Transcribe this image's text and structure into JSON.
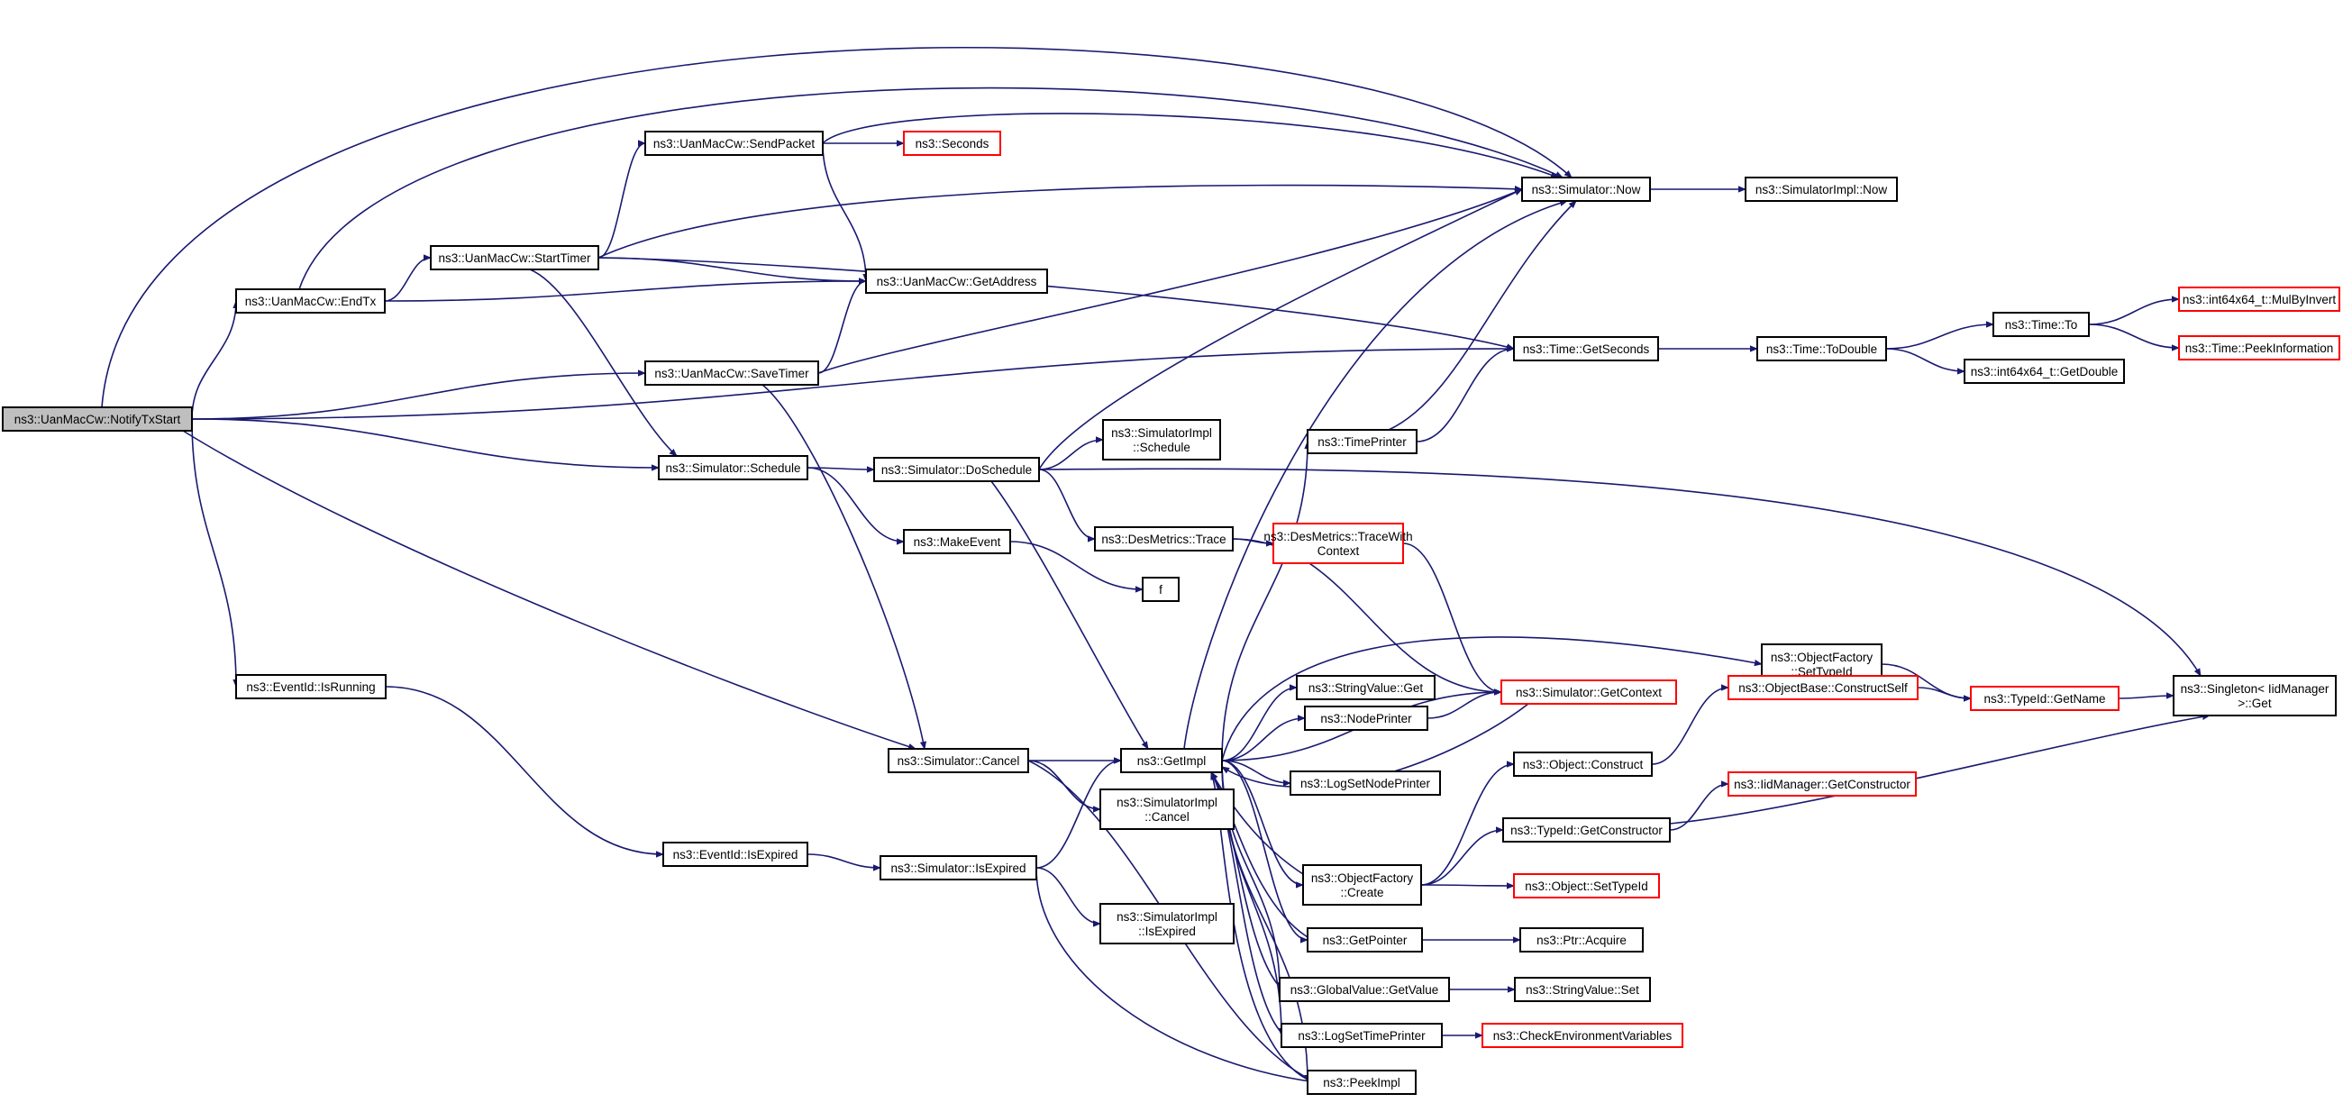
{
  "colors": {
    "edge": "#191970",
    "node_border": "#000000",
    "truncated_border": "#ff0000",
    "root_fill": "#bfbfbf",
    "node_fill": "#ffffff"
  },
  "nodes": [
    {
      "id": "notifytxstart",
      "lines": [
        "ns3::UanMacCw::NotifyTxStart"
      ],
      "style": "root"
    },
    {
      "id": "endtx",
      "lines": [
        "ns3::UanMacCw::EndTx"
      ],
      "style": "normal"
    },
    {
      "id": "starttimer",
      "lines": [
        "ns3::UanMacCw::StartTimer"
      ],
      "style": "normal"
    },
    {
      "id": "sendpacket",
      "lines": [
        "ns3::UanMacCw::SendPacket"
      ],
      "style": "normal"
    },
    {
      "id": "seconds",
      "lines": [
        "ns3::Seconds"
      ],
      "style": "truncated"
    },
    {
      "id": "getaddress",
      "lines": [
        "ns3::UanMacCw::GetAddress"
      ],
      "style": "normal"
    },
    {
      "id": "savetimer",
      "lines": [
        "ns3::UanMacCw::SaveTimer"
      ],
      "style": "normal"
    },
    {
      "id": "simnow",
      "lines": [
        "ns3::Simulator::Now"
      ],
      "style": "normal"
    },
    {
      "id": "simimplnow",
      "lines": [
        "ns3::SimulatorImpl::Now"
      ],
      "style": "normal"
    },
    {
      "id": "timegetseconds",
      "lines": [
        "ns3::Time::GetSeconds"
      ],
      "style": "normal"
    },
    {
      "id": "timetodouble",
      "lines": [
        "ns3::Time::ToDouble"
      ],
      "style": "normal"
    },
    {
      "id": "timeto",
      "lines": [
        "ns3::Time::To"
      ],
      "style": "normal"
    },
    {
      "id": "mulbyinvert",
      "lines": [
        "ns3::int64x64_t::MulByInvert"
      ],
      "style": "truncated"
    },
    {
      "id": "peekinformation",
      "lines": [
        "ns3::Time::PeekInformation"
      ],
      "style": "truncated"
    },
    {
      "id": "getdouble",
      "lines": [
        "ns3::int64x64_t::GetDouble"
      ],
      "style": "normal"
    },
    {
      "id": "timeprinter",
      "lines": [
        "ns3::TimePrinter"
      ],
      "style": "normal"
    },
    {
      "id": "simschedule",
      "lines": [
        "ns3::Simulator::Schedule"
      ],
      "style": "normal"
    },
    {
      "id": "doschedule",
      "lines": [
        "ns3::Simulator::DoSchedule"
      ],
      "style": "normal"
    },
    {
      "id": "simimplschedule",
      "lines": [
        "ns3::SimulatorImpl",
        "::Schedule"
      ],
      "style": "normal"
    },
    {
      "id": "makeevent",
      "lines": [
        "ns3::MakeEvent"
      ],
      "style": "normal"
    },
    {
      "id": "desmetricstrace",
      "lines": [
        "ns3::DesMetrics::Trace"
      ],
      "style": "normal"
    },
    {
      "id": "tracewithcontext",
      "lines": [
        "ns3::DesMetrics::TraceWith",
        "Context"
      ],
      "style": "truncated"
    },
    {
      "id": "f",
      "lines": [
        "f"
      ],
      "style": "normal"
    },
    {
      "id": "isrunning",
      "lines": [
        "ns3::EventId::IsRunning"
      ],
      "style": "normal"
    },
    {
      "id": "isexpired",
      "lines": [
        "ns3::EventId::IsExpired"
      ],
      "style": "normal"
    },
    {
      "id": "simisexpired",
      "lines": [
        "ns3::Simulator::IsExpired"
      ],
      "style": "normal"
    },
    {
      "id": "simcancel",
      "lines": [
        "ns3::Simulator::Cancel"
      ],
      "style": "normal"
    },
    {
      "id": "getimpl",
      "lines": [
        "ns3::GetImpl"
      ],
      "style": "normal"
    },
    {
      "id": "simimplcancel",
      "lines": [
        "ns3::SimulatorImpl",
        "::Cancel"
      ],
      "style": "normal"
    },
    {
      "id": "simimplisexpired",
      "lines": [
        "ns3::SimulatorImpl",
        "::IsExpired"
      ],
      "style": "normal"
    },
    {
      "id": "stringvalueget",
      "lines": [
        "ns3::StringValue::Get"
      ],
      "style": "normal"
    },
    {
      "id": "nodeprinter",
      "lines": [
        "ns3::NodePrinter"
      ],
      "style": "normal"
    },
    {
      "id": "logsetnodeprinter",
      "lines": [
        "ns3::LogSetNodePrinter"
      ],
      "style": "normal"
    },
    {
      "id": "getcontext",
      "lines": [
        "ns3::Simulator::GetContext"
      ],
      "style": "truncated"
    },
    {
      "id": "ofsettypeid",
      "lines": [
        "ns3::ObjectFactory",
        "::SetTypeId"
      ],
      "style": "normal"
    },
    {
      "id": "typeidgetname",
      "lines": [
        "ns3::TypeId::GetName"
      ],
      "style": "truncated"
    },
    {
      "id": "singletonget",
      "lines": [
        "ns3::Singleton< IidManager",
        " >::Get"
      ],
      "style": "normal"
    },
    {
      "id": "constructself",
      "lines": [
        "ns3::ObjectBase::ConstructSelf"
      ],
      "style": "truncated"
    },
    {
      "id": "objectconstruct",
      "lines": [
        "ns3::Object::Construct"
      ],
      "style": "normal"
    },
    {
      "id": "iidgetconstructor",
      "lines": [
        "ns3::IidManager::GetConstructor"
      ],
      "style": "truncated"
    },
    {
      "id": "typeidgetconstructor",
      "lines": [
        "ns3::TypeId::GetConstructor"
      ],
      "style": "normal"
    },
    {
      "id": "ofcreate",
      "lines": [
        "ns3::ObjectFactory",
        "::Create"
      ],
      "style": "normal"
    },
    {
      "id": "objectsettypeid",
      "lines": [
        "ns3::Object::SetTypeId"
      ],
      "style": "truncated"
    },
    {
      "id": "getpointer",
      "lines": [
        "ns3::GetPointer"
      ],
      "style": "normal"
    },
    {
      "id": "ptracquire",
      "lines": [
        "ns3::Ptr::Acquire"
      ],
      "style": "normal"
    },
    {
      "id": "globalvaluegetvalue",
      "lines": [
        "ns3::GlobalValue::GetValue"
      ],
      "style": "normal"
    },
    {
      "id": "stringvalueset",
      "lines": [
        "ns3::StringValue::Set"
      ],
      "style": "normal"
    },
    {
      "id": "logsettimeprinter",
      "lines": [
        "ns3::LogSetTimePrinter"
      ],
      "style": "normal"
    },
    {
      "id": "checkenv",
      "lines": [
        "ns3::CheckEnvironmentVariables"
      ],
      "style": "truncated"
    },
    {
      "id": "peekimpl",
      "lines": [
        "ns3::PeekImpl"
      ],
      "style": "normal"
    }
  ],
  "edges": [
    [
      "notifytxstart",
      "endtx"
    ],
    [
      "notifytxstart",
      "simnow"
    ],
    [
      "notifytxstart",
      "savetimer"
    ],
    [
      "notifytxstart",
      "timegetseconds"
    ],
    [
      "notifytxstart",
      "simschedule"
    ],
    [
      "notifytxstart",
      "isrunning"
    ],
    [
      "notifytxstart",
      "simcancel"
    ],
    [
      "endtx",
      "starttimer"
    ],
    [
      "endtx",
      "simnow"
    ],
    [
      "endtx",
      "getaddress"
    ],
    [
      "starttimer",
      "sendpacket"
    ],
    [
      "starttimer",
      "simnow"
    ],
    [
      "starttimer",
      "getaddress"
    ],
    [
      "starttimer",
      "timegetseconds"
    ],
    [
      "starttimer",
      "simschedule"
    ],
    [
      "sendpacket",
      "seconds"
    ],
    [
      "sendpacket",
      "simnow"
    ],
    [
      "sendpacket",
      "getaddress"
    ],
    [
      "savetimer",
      "getaddress"
    ],
    [
      "savetimer",
      "simnow"
    ],
    [
      "savetimer",
      "simcancel"
    ],
    [
      "simnow",
      "simimplnow"
    ],
    [
      "timegetseconds",
      "timetodouble"
    ],
    [
      "timetodouble",
      "timeto"
    ],
    [
      "timetodouble",
      "getdouble"
    ],
    [
      "timeto",
      "mulbyinvert"
    ],
    [
      "timeto",
      "peekinformation"
    ],
    [
      "timeprinter",
      "simnow"
    ],
    [
      "timeprinter",
      "timegetseconds"
    ],
    [
      "simschedule",
      "doschedule"
    ],
    [
      "simschedule",
      "makeevent"
    ],
    [
      "doschedule",
      "simnow"
    ],
    [
      "doschedule",
      "simimplschedule"
    ],
    [
      "doschedule",
      "desmetricstrace"
    ],
    [
      "doschedule",
      "getimpl"
    ],
    [
      "doschedule",
      "singletonget"
    ],
    [
      "makeevent",
      "f"
    ],
    [
      "desmetricstrace",
      "tracewithcontext"
    ],
    [
      "desmetricstrace",
      "getcontext"
    ],
    [
      "tracewithcontext",
      "getcontext"
    ],
    [
      "isrunning",
      "isexpired"
    ],
    [
      "isexpired",
      "simisexpired"
    ],
    [
      "simisexpired",
      "getimpl"
    ],
    [
      "simisexpired",
      "simimplisexpired"
    ],
    [
      "simisexpired",
      "peekimpl"
    ],
    [
      "simcancel",
      "getimpl"
    ],
    [
      "simcancel",
      "simimplcancel"
    ],
    [
      "simcancel",
      "peekimpl"
    ],
    [
      "getimpl",
      "simnow"
    ],
    [
      "getimpl",
      "timeprinter"
    ],
    [
      "getimpl",
      "stringvalueget"
    ],
    [
      "getimpl",
      "nodeprinter"
    ],
    [
      "getimpl",
      "logsetnodeprinter"
    ],
    [
      "getimpl",
      "ofcreate"
    ],
    [
      "getimpl",
      "getpointer"
    ],
    [
      "getimpl",
      "globalvaluegetvalue"
    ],
    [
      "getimpl",
      "logsettimeprinter"
    ],
    [
      "getimpl",
      "peekimpl"
    ],
    [
      "getimpl",
      "ofsettypeid"
    ],
    [
      "getimpl",
      "getcontext"
    ],
    [
      "getcontext",
      "getimpl"
    ],
    [
      "nodeprinter",
      "getcontext"
    ],
    [
      "ofsettypeid",
      "typeidgetname"
    ],
    [
      "typeidgetname",
      "singletonget"
    ],
    [
      "constructself",
      "typeidgetname"
    ],
    [
      "objectconstruct",
      "constructself"
    ],
    [
      "typeidgetconstructor",
      "iidgetconstructor"
    ],
    [
      "typeidgetconstructor",
      "singletonget"
    ],
    [
      "ofcreate",
      "objectconstruct"
    ],
    [
      "ofcreate",
      "typeidgetconstructor"
    ],
    [
      "ofcreate",
      "objectsettypeid"
    ],
    [
      "ofcreate",
      "getimpl"
    ],
    [
      "getpointer",
      "ptracquire"
    ],
    [
      "getpointer",
      "getimpl"
    ],
    [
      "globalvaluegetvalue",
      "stringvalueset"
    ],
    [
      "globalvaluegetvalue",
      "getimpl"
    ],
    [
      "logsettimeprinter",
      "checkenv"
    ],
    [
      "logsettimeprinter",
      "getimpl"
    ],
    [
      "peekimpl",
      "getimpl"
    ]
  ]
}
